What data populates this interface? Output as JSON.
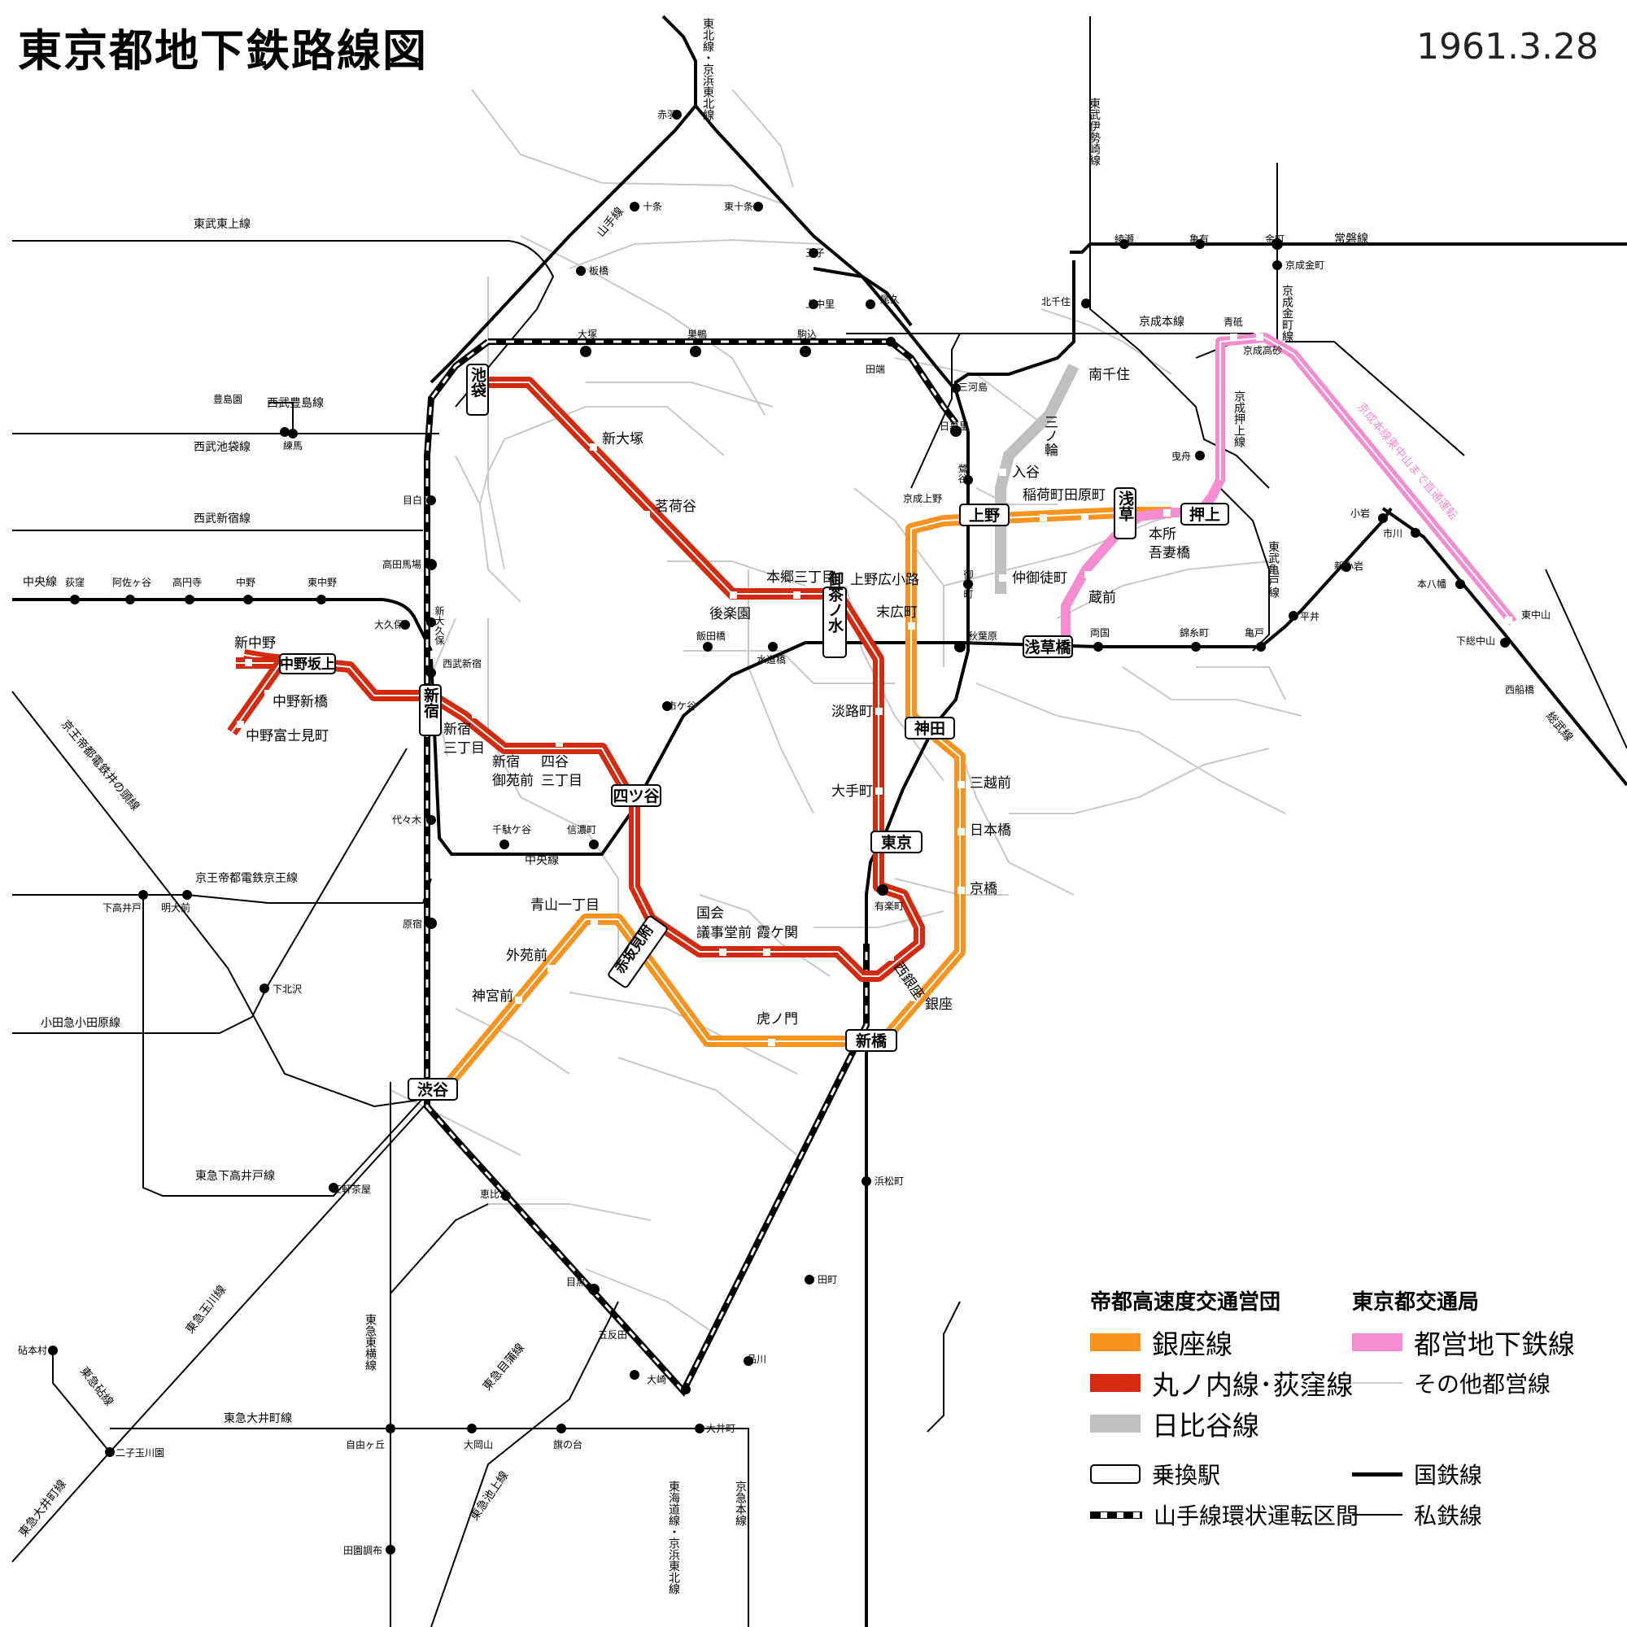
{
  "title": "東京都地下鉄路線図",
  "date": "1961.3.28",
  "colors": {
    "ginza": "#f7931e",
    "marunouchi": "#d42a10",
    "hibiya": "#bfbfbf",
    "toei": "#f48dd0",
    "other_toei": "#c8c8c8",
    "jnr": "#000000",
    "private": "#000000"
  },
  "transfer_stations": {
    "ikebukuro": "池袋",
    "shinjuku": "新宿",
    "shibuya": "渋谷",
    "yotsuya": "四ツ谷",
    "akasakamitsuke": "赤坂見附",
    "ochanomizu": "御茶ノ水",
    "kanda": "神田",
    "tokyo": "東京",
    "shimbashi": "新橋",
    "ueno": "上野",
    "asakusa": "浅草",
    "oshiage": "押上",
    "asakusabashi": "浅草橋",
    "nakano_sakaue": "中野坂上"
  },
  "stations": {
    "marunouchi": [
      "新大塚",
      "茗荷谷",
      "後楽園",
      "本郷三丁目",
      "淡路町",
      "大手町",
      "西銀座",
      "霞ケ関",
      "国会議事堂前",
      "新宿三丁目",
      "新宿御苑前",
      "四谷三丁目",
      "新中野",
      "中野新橋",
      "中野富士見町"
    ],
    "ginza": [
      "上野広小路",
      "末広町",
      "三越前",
      "日本橋",
      "京橋",
      "銀座",
      "虎ノ門",
      "青山一丁目",
      "外苑前",
      "神宮前",
      "稲荷町",
      "田原町"
    ],
    "hibiya": [
      "南千住",
      "三ノ輪",
      "入谷",
      "仲御徒町"
    ],
    "toei": [
      "本所吾妻橋",
      "蔵前"
    ],
    "kokaigijidomae_lines": [
      "国会",
      "議事堂前"
    ],
    "shinjukusanchome_lines": [
      "新宿",
      "三丁目"
    ],
    "gyoen_lines": [
      "新宿",
      "御苑前"
    ],
    "yotsuyasanchome_lines": [
      "四谷",
      "三丁目"
    ],
    "honjo_lines": [
      "本所",
      "吾妻橋"
    ]
  },
  "jnr_stations": [
    "赤羽",
    "十条",
    "東十条",
    "王子",
    "上中里",
    "尾久",
    "板橋",
    "大塚",
    "巣鴨",
    "駒込",
    "田端",
    "日暮里",
    "鶯谷",
    "京成上野",
    "御徒町",
    "秋葉原",
    "北千住",
    "三河島",
    "目白",
    "高田馬場",
    "新大久保",
    "大久保",
    "西武新宿",
    "代々木",
    "千駄ケ谷",
    "信濃町",
    "市ケ谷",
    "飯田橋",
    "水道橋",
    "有楽町",
    "浜松町",
    "田町",
    "品川",
    "大崎",
    "五反田",
    "目黒",
    "恵比寿",
    "原宿",
    "荻窪",
    "阿佐ヶ谷",
    "高円寺",
    "中野",
    "東中野",
    "両国",
    "錦糸町",
    "亀戸",
    "平井",
    "小岩",
    "新小岩",
    "市川",
    "本八幡",
    "下総中山",
    "西船橋",
    "東中山",
    "綾瀬",
    "亀有",
    "金町",
    "京成金町",
    "京成高砂",
    "青砥",
    "曳舟",
    "下北沢",
    "明大前",
    "下高井戸",
    "三軒茶屋",
    "二子玉川園",
    "砧本村",
    "自由ヶ丘",
    "大岡山",
    "旗の台",
    "大井町",
    "田園調布",
    "豊島園",
    "練馬"
  ],
  "line_names": {
    "tohoku_top": "東北線・京浜東北線",
    "tokaido_bottom": "東海道線・京浜東北線",
    "yamanote": "山手線",
    "tobu_tojo": "東武東上線",
    "seibu_toshima": "西武豊島線",
    "seibu_ikebukuro": "西武池袋線",
    "seibu_shinjuku": "西武新宿線",
    "chuo": "中央線",
    "chuo_inner": "中央線",
    "keio_inokashira": "京王帝都電鉄井の頭線",
    "keio": "京王帝都電鉄京王線",
    "odakyu": "小田急小田原線",
    "tokyu_setagaya": "東急下高井戸線",
    "tokyu_tamagawa": "東急玉川線",
    "tokyu_kinuta": "東急砧線",
    "tokyu_oimachi": "東急大井町線",
    "tokyu_oimachi_sw": "東急大井町線",
    "tokyu_toyoko": "東急東横線",
    "tokyu_meguro": "東急目蒲線",
    "tokyu_ikegami": "東急池上線",
    "keikyu": "京急本線",
    "tobu_isesaki": "東武伊勢崎線",
    "joban": "常磐線",
    "keisei_main": "京成本線",
    "keisei_kanamachi": "京成金町線",
    "keisei_oshiage": "京成押上線",
    "tobu_kameido": "東武亀戸線",
    "sobu": "総武線",
    "keisei_through": "京成本線東中山まで直通運転"
  },
  "legend": {
    "teito_header": "帝都高速度交通営団",
    "toei_header": "東京都交通局",
    "ginza": "銀座線",
    "marunouchi": "丸ノ内線･荻窪線",
    "hibiya": "日比谷線",
    "toei": "都営地下鉄線",
    "other_toei": "その他都営線",
    "transfer": "乗換駅",
    "yamanote_loop": "山手線環状運転区間",
    "jnr": "国鉄線",
    "private": "私鉄線"
  }
}
